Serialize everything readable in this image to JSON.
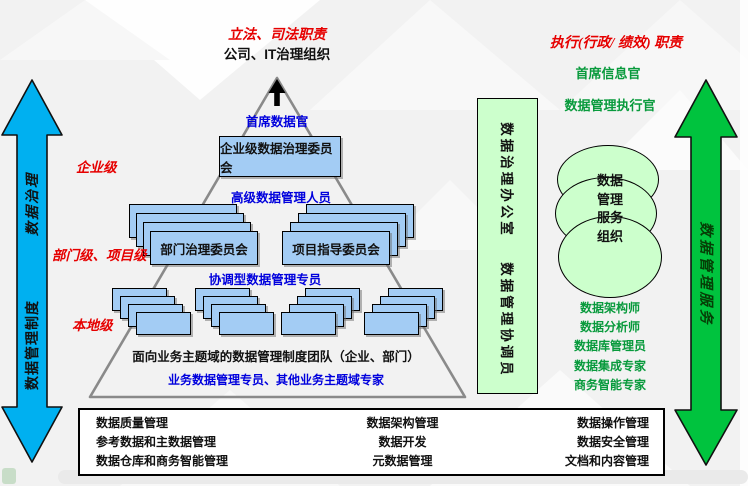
{
  "header": {
    "legislative_title": "立法、司法职责",
    "governance_org": "公司、IT治理组织",
    "executive_title": "执行(行政/ 绩效) 职责",
    "cio": "首席信息官",
    "dm_executive": "数据管理执行官"
  },
  "left_arrow": {
    "top_label": "数据治理",
    "bottom_label": "数据管理制度",
    "color": "#00b0f0"
  },
  "right_arrow": {
    "label": "数据管理服务",
    "color": "#00c33e"
  },
  "levels": [
    "企业级",
    "部门级、项目级",
    "本地级"
  ],
  "pyramid": {
    "cdo": "首席数据官",
    "enterprise_committee": "企业级数据治理委员会",
    "senior_managers": "高级数据管理人员",
    "dept_committee": "部门治理委员会",
    "project_committee": "项目指导委员会",
    "coordinating_steward": "协调型数据管理专员",
    "subject_teams": "面向业务主题域的数据管理制度团队（企业、部门）",
    "business_stewards": "业务数据管理专员、其他业务主题域专家"
  },
  "office": {
    "line1": "数据治理办公室",
    "line2": "数据管理协调员"
  },
  "services_org": {
    "circle_lines": [
      "数据",
      "管理",
      "服务",
      "组织"
    ],
    "roles": [
      "数据架构师",
      "数据分析师",
      "数据库管理员",
      "数据集成专家",
      "商务智能专家"
    ]
  },
  "functions_box": {
    "col1": [
      "数据质量管理",
      "参考数据和主数据管理",
      "数据仓库和商务智能管理"
    ],
    "col2": [
      "数据架构管理",
      "数据开发",
      "元数据管理"
    ],
    "col3": [
      "数据操作管理",
      "数据安全管理",
      "文档和内容管理"
    ]
  },
  "colors": {
    "box_blue": "#a3ccf4",
    "light_green": "#ccffcc",
    "cyan_arrow": "#00b0f0",
    "green_arrow": "#00c33e",
    "red_text": "#e60000",
    "blue_text": "#0000dd",
    "green_text": "#089a3c",
    "pyramid_line": "#8a8a8a"
  }
}
